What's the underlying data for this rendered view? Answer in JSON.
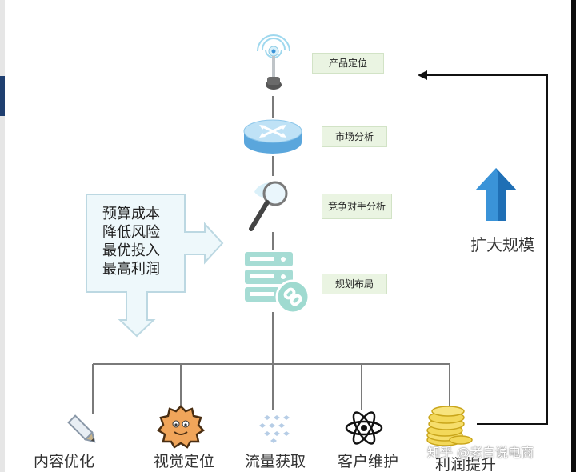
{
  "steps": [
    {
      "label": "产品定位",
      "icon": "antenna-icon"
    },
    {
      "label": "市场分析",
      "icon": "router-icon"
    },
    {
      "label": "竞争对手分析",
      "icon": "magnifier-icon"
    },
    {
      "label": "规划布局",
      "icon": "server-link-icon"
    }
  ],
  "callout": {
    "lines": [
      "预算成本",
      "降低风险",
      "最优投入",
      "最高利润"
    ]
  },
  "bottom_items": [
    {
      "label": "内容优化",
      "icon": "pencil-icon"
    },
    {
      "label": "视觉定位",
      "icon": "gear-character-icon"
    },
    {
      "label": "流量获取",
      "icon": "dots-grid-icon"
    },
    {
      "label": "客户维护",
      "icon": "atom-icon"
    },
    {
      "label": "利润提升",
      "icon": "coins-icon"
    }
  ],
  "feedback": {
    "label": "扩大规模",
    "icon": "up-arrow-icon"
  },
  "watermark": "知乎 @老白说电商",
  "colors": {
    "connector": "#7a7a7a",
    "label_bg": "#eaf4e2",
    "callout_fill": "#eef8fb",
    "callout_stroke": "#bcd8e2",
    "icon_blue": "#3a93d8"
  }
}
